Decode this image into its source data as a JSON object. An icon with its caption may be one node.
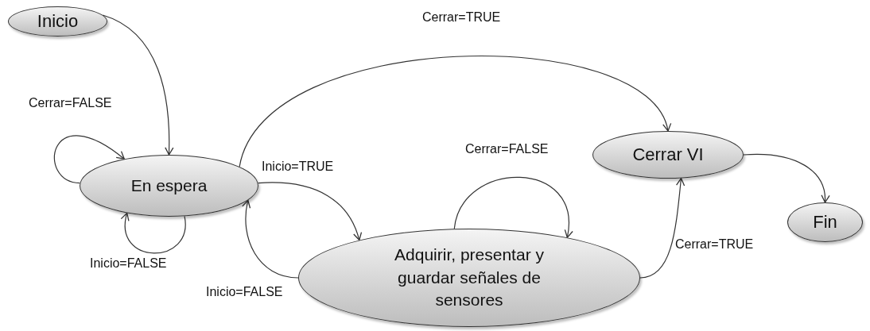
{
  "diagram": {
    "nodes": [
      {
        "text": [
          "Inicio"
        ]
      },
      {
        "text": [
          "En espera"
        ]
      },
      {
        "text": [
          "Adquirir, presentar y guardar  señales de sensores"
        ]
      },
      {
        "text": [
          "Cerrar VI"
        ]
      },
      {
        "text": [
          "Fin"
        ]
      }
    ],
    "edges": [
      {
        "from": 0,
        "to": 1,
        "arrow": "to"
      },
      {
        "from": 1,
        "to": 1,
        "arrow": "to",
        "label": "Cerrar=FALSE"
      },
      {
        "from": 1,
        "to": 1,
        "arrow": "to",
        "label": "Inicio=FALSE"
      },
      {
        "from": 1,
        "to": 3,
        "arrow": "to",
        "label": "Cerrar=TRUE"
      },
      {
        "from": 1,
        "to": 2,
        "arrow": "to",
        "label": "Inicio=TRUE"
      },
      {
        "from": 2,
        "to": 1,
        "arrow": "to",
        "label": "Inicio=FALSE"
      },
      {
        "from": 2,
        "to": 2,
        "arrow": "to",
        "label": "Cerrar=FALSE"
      },
      {
        "from": 2,
        "to": 3,
        "arrow": "to",
        "label": "Cerrar=TRUE"
      },
      {
        "from": 3,
        "to": 4,
        "arrow": "to"
      }
    ]
  }
}
